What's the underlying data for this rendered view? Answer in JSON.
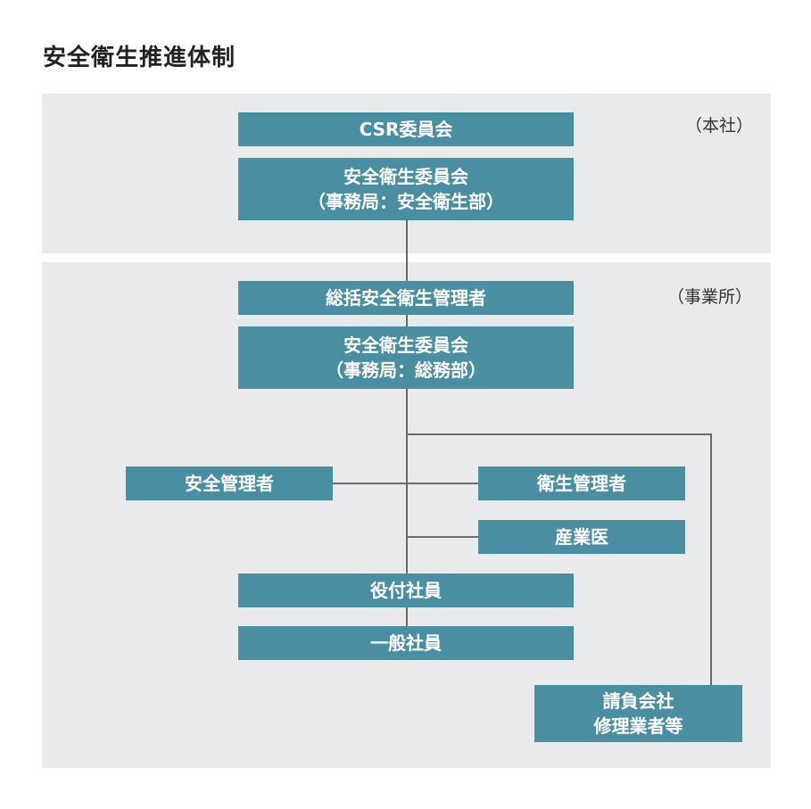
{
  "title": "安全衛生推進体制",
  "regions": {
    "head_office": "（本社）",
    "business_site": "（事業所）"
  },
  "nodes": {
    "csr_committee": "CSR委員会",
    "hq_safety_committee": {
      "line1": "安全衛生委員会",
      "line2": "（事務局：安全衛生部）"
    },
    "general_manager": "総括安全衛生管理者",
    "site_safety_committee": {
      "line1": "安全衛生委員会",
      "line2": "（事務局：総務部）"
    },
    "safety_manager": "安全管理者",
    "health_manager": "衛生管理者",
    "industrial_physician": "産業医",
    "officers": "役付社員",
    "employees": "一般社員",
    "contractors": {
      "line1": "請負会社",
      "line2": "修理業者等"
    }
  },
  "colors": {
    "box_fill": "#4a8fa1",
    "panel_fill": "#e9eaeb",
    "connector": "#6b6b6b"
  }
}
